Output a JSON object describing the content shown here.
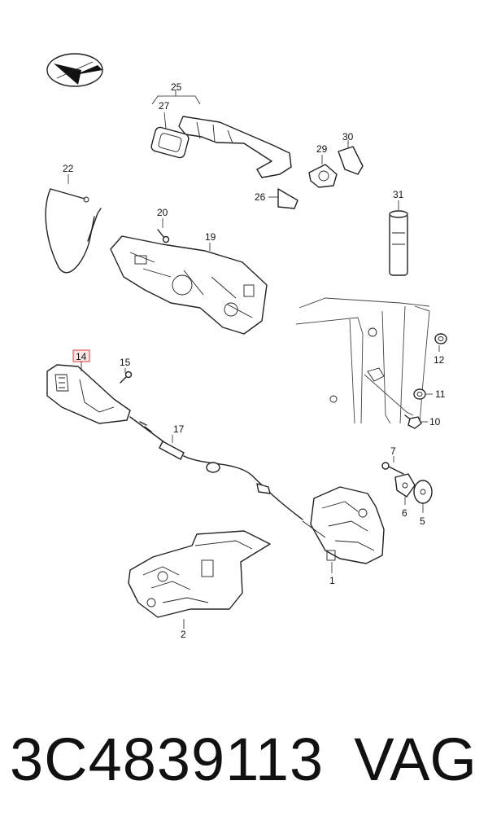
{
  "callouts": {
    "c1": "1",
    "c2": "2",
    "c5": "5",
    "c6": "6",
    "c7": "7",
    "c10": "10",
    "c11": "11",
    "c12": "12",
    "c14": "14",
    "c15": "15",
    "c17": "17",
    "c19": "19",
    "c20": "20",
    "c22": "22",
    "c25": "25",
    "c26": "26",
    "c27": "27",
    "c29": "29",
    "c30": "30",
    "c31": "31"
  },
  "highlight_color": "#e23b3b",
  "footer": {
    "part_number": "3C4839113",
    "brand": "VAG"
  }
}
